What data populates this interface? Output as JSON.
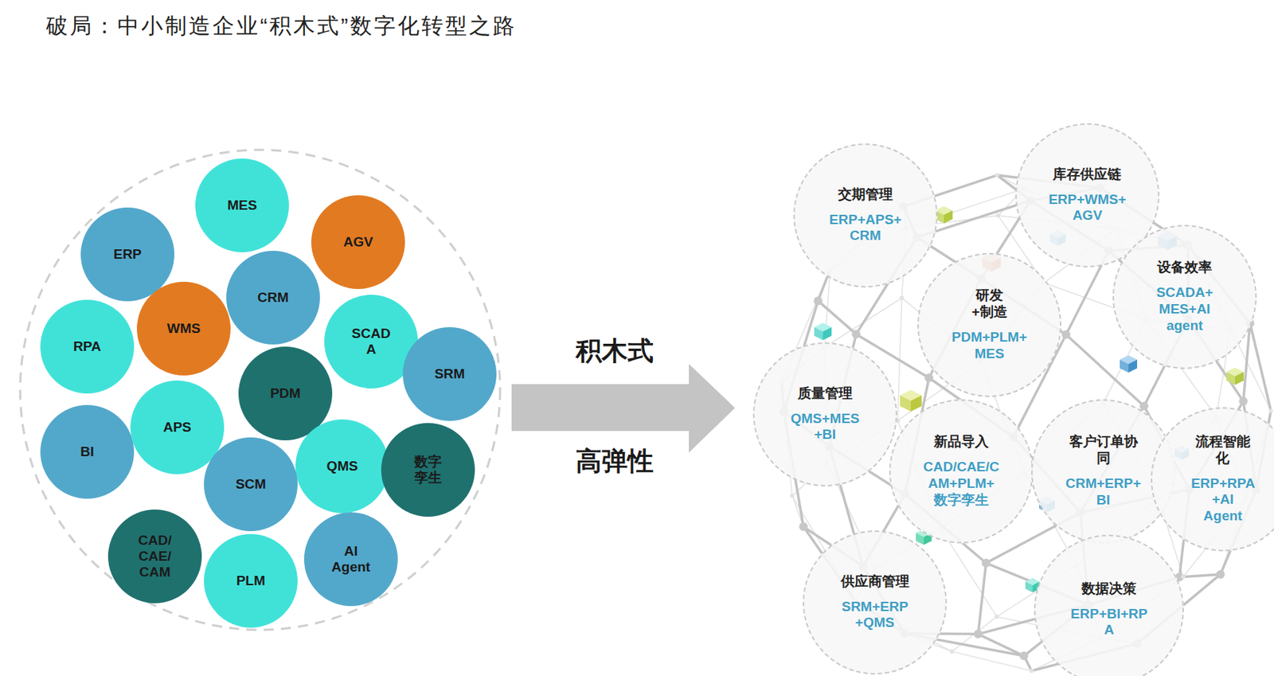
{
  "diagram": {
    "title": "破局：中小制造企业“积木式”数字化转型之路",
    "nodes": [
      {
        "text": [
          "MES"
        ]
      },
      {
        "text": [
          "ERP"
        ]
      },
      {
        "text": [
          "AGV"
        ]
      },
      {
        "text": [
          "CRM"
        ]
      },
      {
        "text": [
          "WMS"
        ]
      },
      {
        "text": [
          "RPA"
        ]
      },
      {
        "text": [
          "SCAD A"
        ]
      },
      {
        "text": [
          "SRM"
        ]
      },
      {
        "text": [
          "PDM"
        ]
      },
      {
        "text": [
          "BI"
        ]
      },
      {
        "text": [
          "APS"
        ]
      },
      {
        "text": [
          "QMS"
        ]
      },
      {
        "text": [
          "数字 孪生"
        ]
      },
      {
        "text": [
          "SCM"
        ]
      },
      {
        "text": [
          "CAD/ CAE/ CAM"
        ]
      },
      {
        "text": [
          "AI Agent"
        ]
      },
      {
        "text": [
          "PLM"
        ]
      },
      {
        "text": [
          "交期管理",
          "ERP+APS+ CRM"
        ]
      },
      {
        "text": [
          "库存供应链",
          "ERP+WMS+ AGV"
        ]
      },
      {
        "text": [
          "设备效率",
          "SCADA+ MES+AI agent"
        ]
      },
      {
        "text": [
          "研发+制造",
          "PDM+PLM+ MES"
        ]
      },
      {
        "text": [
          "质量管理",
          "QMS+MES +BI"
        ]
      },
      {
        "text": [
          "新品导入",
          "CAD/CAE/C AM+PLM+ 数字孪生"
        ]
      },
      {
        "text": [
          "客户订单协 同",
          "CRM+ERP+ BI"
        ]
      },
      {
        "text": [
          "流程智能 化",
          "ERP+RPA +AI Agent"
        ]
      },
      {
        "text": [
          "供应商管理",
          "SRM+ERP +QMS"
        ]
      },
      {
        "text": [
          "数据决策",
          "ERP+BI+RP A"
        ]
      }
    ],
    "labels": [
      "积木式",
      "高弹性"
    ]
  }
}
